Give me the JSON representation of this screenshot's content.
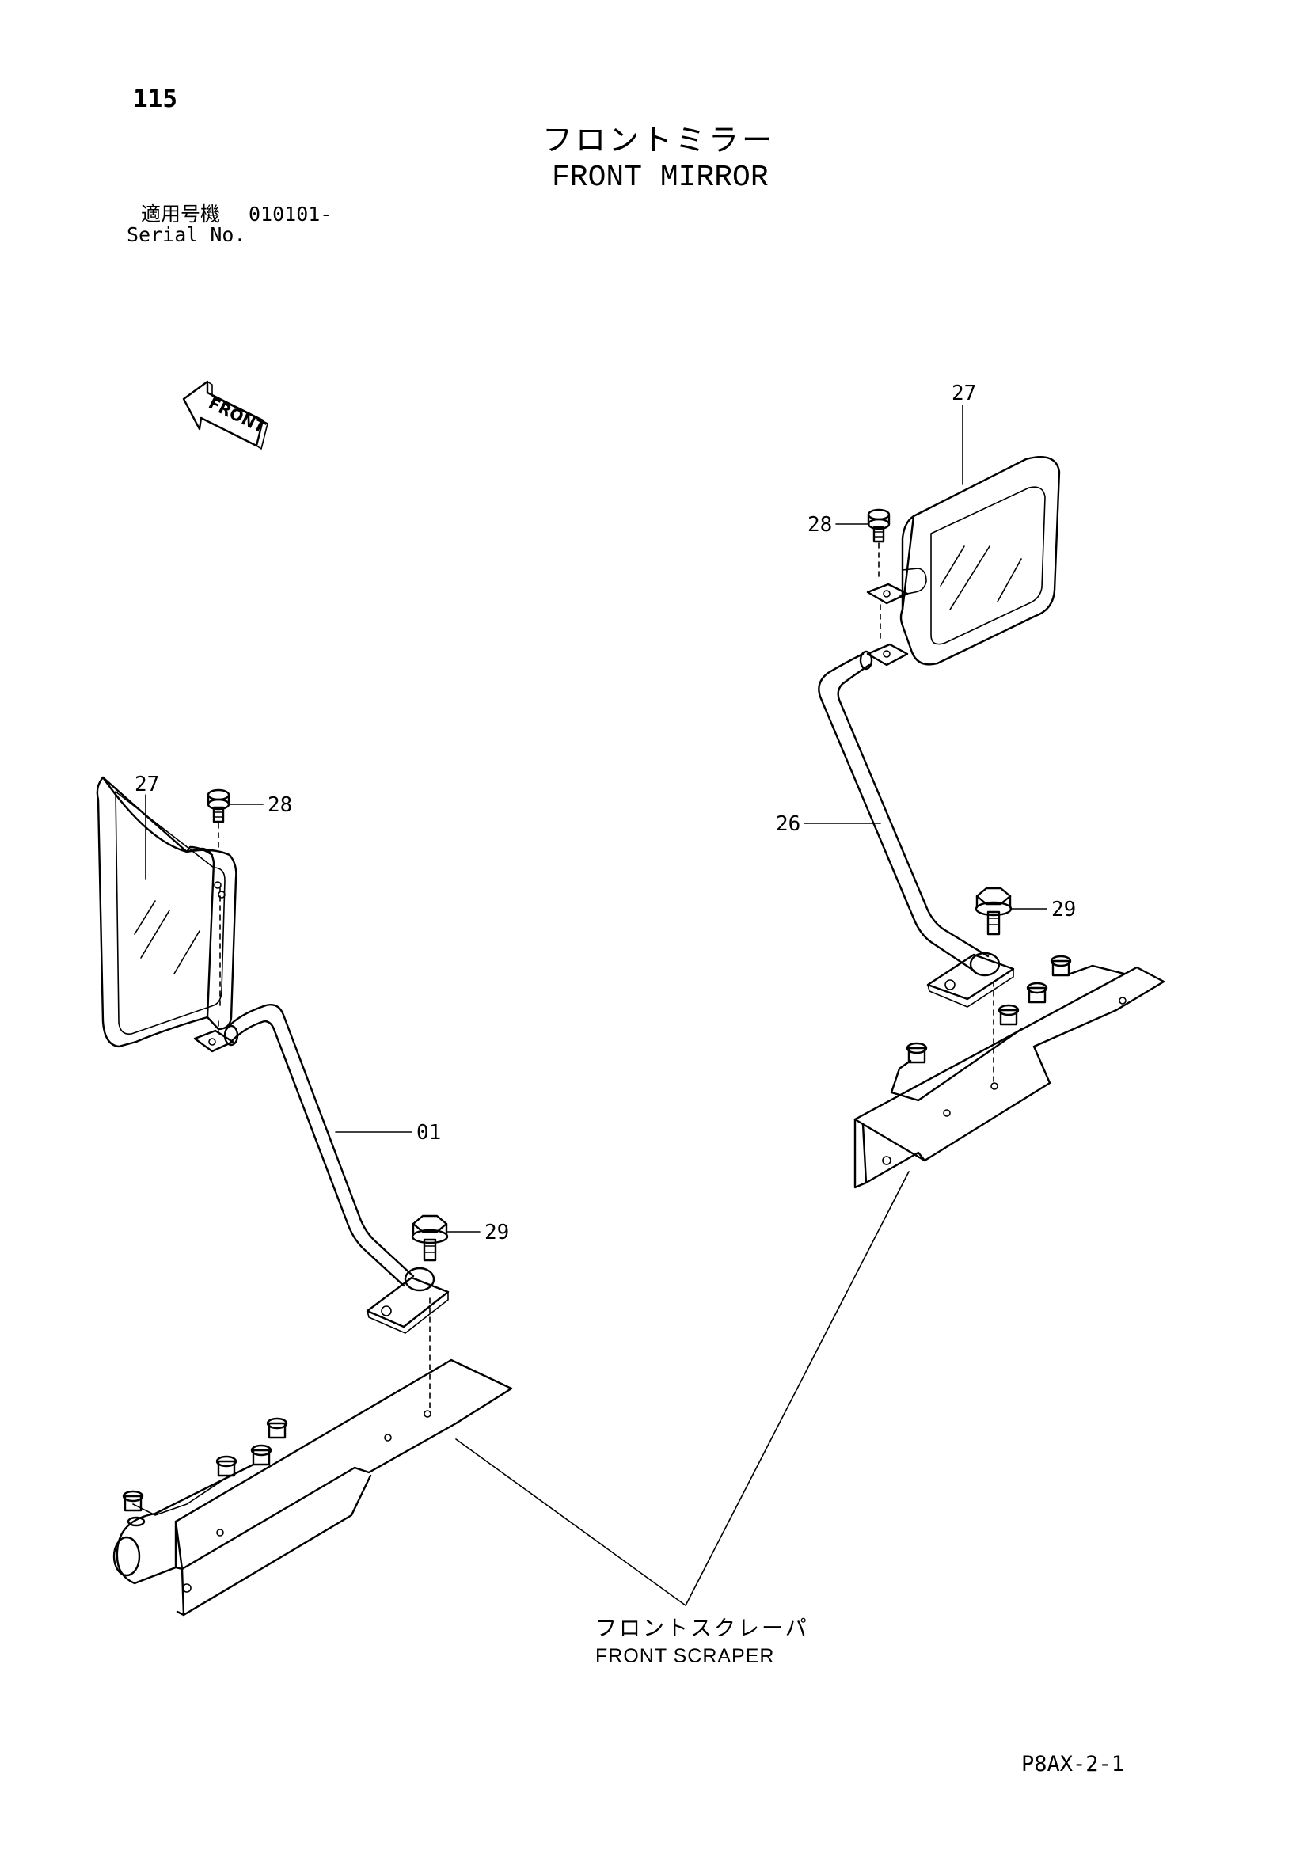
{
  "page_number": "115",
  "title": {
    "jp": "フロントミラー",
    "en": "FRONT MIRROR"
  },
  "serial": {
    "jp_label": "適用号機",
    "value": "010101-",
    "en_label": "Serial No."
  },
  "front_indicator": "FRONT",
  "callouts": {
    "left_mirror": "27",
    "left_screw": "28",
    "left_stay": "01",
    "left_bolt": "29",
    "right_mirror": "27",
    "right_screw": "28",
    "right_stay": "26",
    "right_bolt": "29"
  },
  "reference_part": {
    "jp": "フロントスクレーパ",
    "en": "FRONT SCRAPER"
  },
  "document_code": "P8AX-2-1"
}
